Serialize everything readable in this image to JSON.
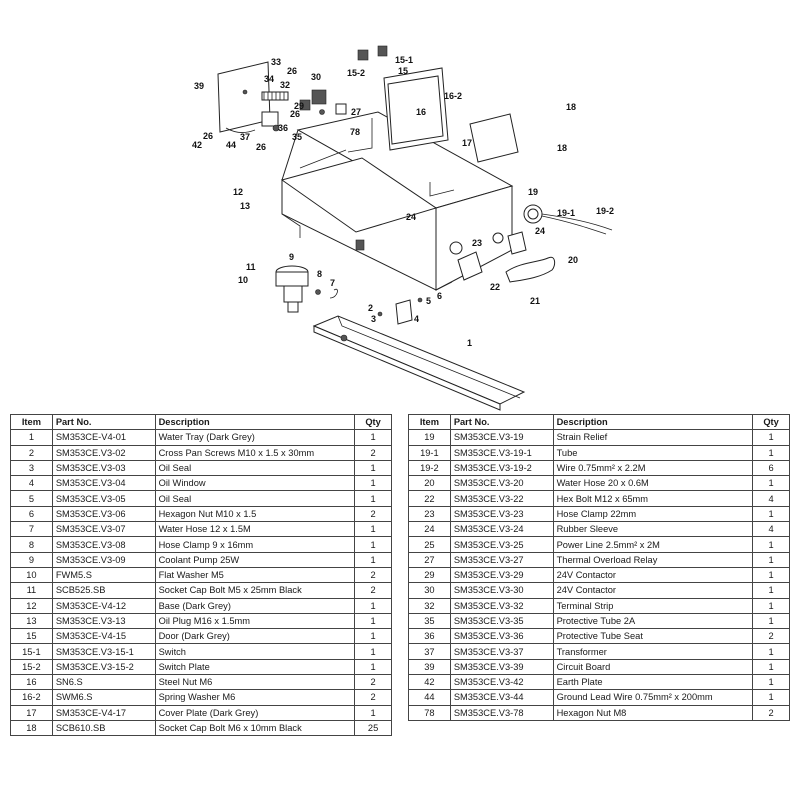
{
  "callouts": {
    "c1": "1",
    "c2": "2",
    "c3": "3",
    "c4": "4",
    "c5": "5",
    "c6": "6",
    "c7": "7",
    "c8": "8",
    "c9": "9",
    "c10": "10",
    "c11": "11",
    "c12": "12",
    "c13": "13",
    "c15": "15",
    "c15_1": "15-1",
    "c15_2": "15-2",
    "c16": "16",
    "c16_2": "16-2",
    "c17": "17",
    "c18a": "18",
    "c18b": "18",
    "c19": "19",
    "c19_1": "19-1",
    "c19_2": "19-2",
    "c20": "20",
    "c21": "21",
    "c22": "22",
    "c23": "23",
    "c24a": "24",
    "c24b": "24",
    "c26a": "26",
    "c26b": "26",
    "c26c": "26",
    "c26d": "26",
    "c27": "27",
    "c29": "29",
    "c30": "30",
    "c32": "32",
    "c33": "33",
    "c34": "34",
    "c35": "35",
    "c36": "36",
    "c37": "37",
    "c39": "39",
    "c42": "42",
    "c44": "44",
    "c78": "78"
  },
  "table": {
    "headers": {
      "item": "Item",
      "part_no": "Part No.",
      "description": "Description",
      "qty": "Qty"
    },
    "left": [
      {
        "item": "1",
        "part_no": "SM353CE-V4-01",
        "description": "Water Tray (Dark Grey)",
        "qty": "1"
      },
      {
        "item": "2",
        "part_no": "SM353CE.V3-02",
        "description": "Cross Pan Screws M10 x 1.5 x 30mm",
        "qty": "2"
      },
      {
        "item": "3",
        "part_no": "SM353CE.V3-03",
        "description": "Oil Seal",
        "qty": "1"
      },
      {
        "item": "4",
        "part_no": "SM353CE.V3-04",
        "description": "Oil Window",
        "qty": "1"
      },
      {
        "item": "5",
        "part_no": "SM353CE.V3-05",
        "description": "Oil Seal",
        "qty": "1"
      },
      {
        "item": "6",
        "part_no": "SM353CE.V3-06",
        "description": "Hexagon Nut M10 x 1.5",
        "qty": "2"
      },
      {
        "item": "7",
        "part_no": "SM353CE.V3-07",
        "description": "Water Hose 12 x 1.5M",
        "qty": "1"
      },
      {
        "item": "8",
        "part_no": "SM353CE.V3-08",
        "description": "Hose Clamp 9 x 16mm",
        "qty": "1"
      },
      {
        "item": "9",
        "part_no": "SM353CE.V3-09",
        "description": "Coolant Pump 25W",
        "qty": "1"
      },
      {
        "item": "10",
        "part_no": "FWM5.S",
        "description": "Flat Washer M5",
        "qty": "2"
      },
      {
        "item": "11",
        "part_no": "SCB525.SB",
        "description": "Socket Cap Bolt M5 x 25mm Black",
        "qty": "2"
      },
      {
        "item": "12",
        "part_no": "SM353CE-V4-12",
        "description": "Base (Dark Grey)",
        "qty": "1"
      },
      {
        "item": "13",
        "part_no": "SM353CE.V3-13",
        "description": "Oil Plug M16 x 1.5mm",
        "qty": "1"
      },
      {
        "item": "15",
        "part_no": "SM353CE-V4-15",
        "description": "Door (Dark Grey)",
        "qty": "1"
      },
      {
        "item": "15-1",
        "part_no": "SM353CE.V3-15-1",
        "description": "Switch",
        "qty": "1"
      },
      {
        "item": "15-2",
        "part_no": "SM353CE.V3-15-2",
        "description": "Switch Plate",
        "qty": "1"
      },
      {
        "item": "16",
        "part_no": "SN6.S",
        "description": "Steel Nut M6",
        "qty": "2"
      },
      {
        "item": "16-2",
        "part_no": "SWM6.S",
        "description": "Spring Washer M6",
        "qty": "2"
      },
      {
        "item": "17",
        "part_no": "SM353CE-V4-17",
        "description": "Cover Plate (Dark Grey)",
        "qty": "1"
      },
      {
        "item": "18",
        "part_no": "SCB610.SB",
        "description": "Socket Cap Bolt M6 x 10mm Black",
        "qty": "25"
      }
    ],
    "right": [
      {
        "item": "19",
        "part_no": "SM353CE.V3-19",
        "description": "Strain Relief",
        "qty": "1"
      },
      {
        "item": "19-1",
        "part_no": "SM353CE.V3-19-1",
        "description": "Tube",
        "qty": "1"
      },
      {
        "item": "19-2",
        "part_no": "SM353CE.V3-19-2",
        "description": "Wire 0.75mm² x 2.2M",
        "qty": "6"
      },
      {
        "item": "20",
        "part_no": "SM353CE.V3-20",
        "description": "Water Hose 20 x 0.6M",
        "qty": "1"
      },
      {
        "item": "22",
        "part_no": "SM353CE.V3-22",
        "description": "Hex Bolt M12 x 65mm",
        "qty": "4"
      },
      {
        "item": "23",
        "part_no": "SM353CE.V3-23",
        "description": "Hose Clamp 22mm",
        "qty": "1"
      },
      {
        "item": "24",
        "part_no": "SM353CE.V3-24",
        "description": "Rubber Sleeve",
        "qty": "4"
      },
      {
        "item": "25",
        "part_no": "SM353CE.V3-25",
        "description": "Power Line 2.5mm² x 2M",
        "qty": "1"
      },
      {
        "item": "27",
        "part_no": "SM353CE.V3-27",
        "description": "Thermal Overload Relay",
        "qty": "1"
      },
      {
        "item": "29",
        "part_no": "SM353CE.V3-29",
        "description": "24V Contactor",
        "qty": "1"
      },
      {
        "item": "30",
        "part_no": "SM353CE.V3-30",
        "description": "24V Contactor",
        "qty": "1"
      },
      {
        "item": "32",
        "part_no": "SM353CE.V3-32",
        "description": "Terminal Strip",
        "qty": "1"
      },
      {
        "item": "35",
        "part_no": "SM353CE.V3-35",
        "description": "Protective Tube 2A",
        "qty": "1"
      },
      {
        "item": "36",
        "part_no": "SM353CE.V3-36",
        "description": "Protective Tube Seat",
        "qty": "2"
      },
      {
        "item": "37",
        "part_no": "SM353CE.V3-37",
        "description": "Transformer",
        "qty": "1"
      },
      {
        "item": "39",
        "part_no": "SM353CE.V3-39",
        "description": "Circuit Board",
        "qty": "1"
      },
      {
        "item": "42",
        "part_no": "SM353CE.V3-42",
        "description": "Earth Plate",
        "qty": "1"
      },
      {
        "item": "44",
        "part_no": "SM353CE.V3-44",
        "description": "Ground Lead Wire 0.75mm² x 200mm",
        "qty": "1"
      },
      {
        "item": "78",
        "part_no": "SM353CE.V3-78",
        "description": "Hexagon Nut M8",
        "qty": "2"
      }
    ]
  }
}
